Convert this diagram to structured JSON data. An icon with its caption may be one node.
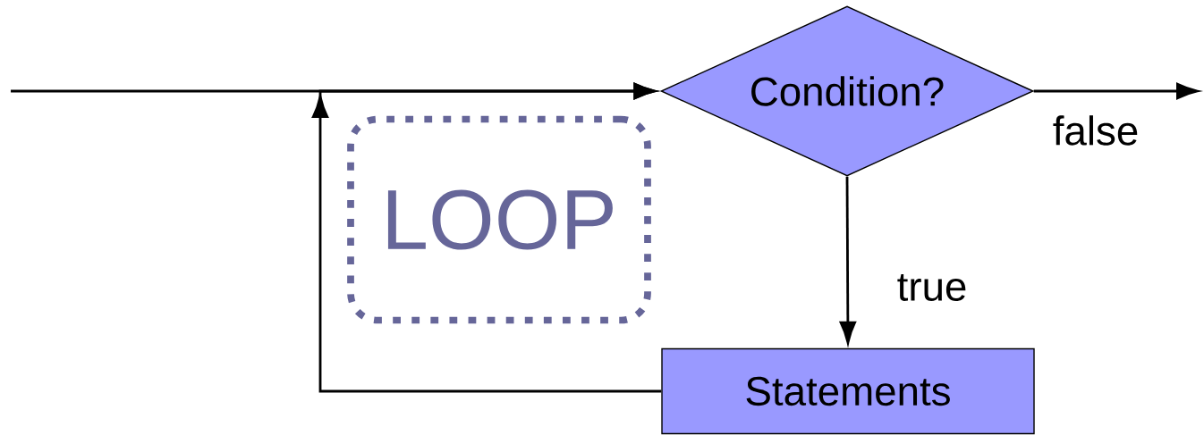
{
  "diagram": {
    "nodes": [
      {
        "text": [
          "Condition?"
        ]
      },
      {
        "text": [
          "Statements"
        ]
      },
      {
        "text": [
          "LOOP"
        ]
      }
    ],
    "edges": [
      {
        "from": null,
        "to": 0,
        "arrow": "to"
      },
      {
        "from": 1,
        "to": 0,
        "arrow": "to"
      },
      {
        "from": 0,
        "to": null,
        "arrow": "to",
        "label": "false"
      },
      {
        "from": 0,
        "to": 1,
        "arrow": "to",
        "label": "true"
      }
    ]
  }
}
